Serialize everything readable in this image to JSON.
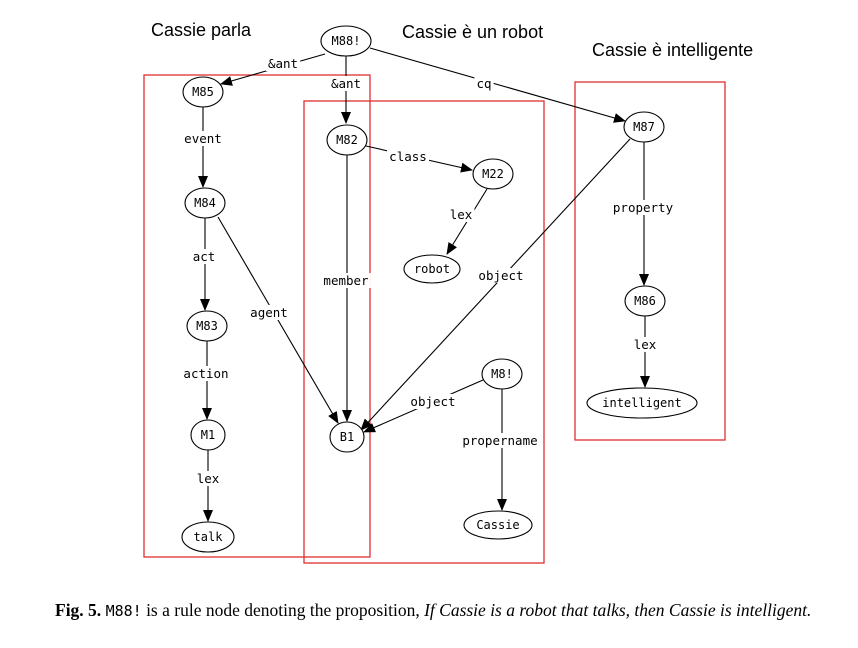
{
  "groups": [
    {
      "id": "parla",
      "title": "Cassie parla"
    },
    {
      "id": "robot",
      "title": "Cassie è un robot"
    },
    {
      "id": "intelligente",
      "title": "Cassie è intelligente"
    }
  ],
  "nodes": [
    {
      "id": "M88",
      "label": "M88!"
    },
    {
      "id": "M85",
      "label": "M85"
    },
    {
      "id": "M84",
      "label": "M84"
    },
    {
      "id": "M83",
      "label": "M83"
    },
    {
      "id": "M1",
      "label": "M1"
    },
    {
      "id": "talk",
      "label": "talk"
    },
    {
      "id": "M82",
      "label": "M82"
    },
    {
      "id": "M22",
      "label": "M22"
    },
    {
      "id": "robot",
      "label": "robot"
    },
    {
      "id": "B1",
      "label": "B1"
    },
    {
      "id": "M8",
      "label": "M8!"
    },
    {
      "id": "Cassie",
      "label": "Cassie"
    },
    {
      "id": "M87",
      "label": "M87"
    },
    {
      "id": "M86",
      "label": "M86"
    },
    {
      "id": "intelligent",
      "label": "intelligent"
    }
  ],
  "edges": [
    {
      "from": "M88",
      "to": "M85",
      "label": "&ant"
    },
    {
      "from": "M88",
      "to": "M82",
      "label": "&ant"
    },
    {
      "from": "M88",
      "to": "M87",
      "label": "cq"
    },
    {
      "from": "M85",
      "to": "M84",
      "label": "event"
    },
    {
      "from": "M84",
      "to": "M83",
      "label": "act"
    },
    {
      "from": "M84",
      "to": "B1",
      "label": "agent"
    },
    {
      "from": "M83",
      "to": "M1",
      "label": "action"
    },
    {
      "from": "M1",
      "to": "talk",
      "label": "lex"
    },
    {
      "from": "M82",
      "to": "M22",
      "label": "class"
    },
    {
      "from": "M82",
      "to": "B1",
      "label": "member"
    },
    {
      "from": "M22",
      "to": "robot",
      "label": "lex"
    },
    {
      "from": "M87",
      "to": "B1",
      "label": "object"
    },
    {
      "from": "M87",
      "to": "M86",
      "label": "property"
    },
    {
      "from": "M86",
      "to": "intelligent",
      "label": "lex"
    },
    {
      "from": "M8",
      "to": "B1",
      "label": "object"
    },
    {
      "from": "M8",
      "to": "Cassie",
      "label": "propername"
    }
  ],
  "caption": {
    "fig_label": "Fig. 5.",
    "code": "M88!",
    "text": " is a rule node denoting the proposition, ",
    "emph": "If Cassie is a robot that talks, then Cassie is intelligent."
  },
  "colors": {
    "group_box": "#e03030",
    "stroke": "#000000"
  }
}
